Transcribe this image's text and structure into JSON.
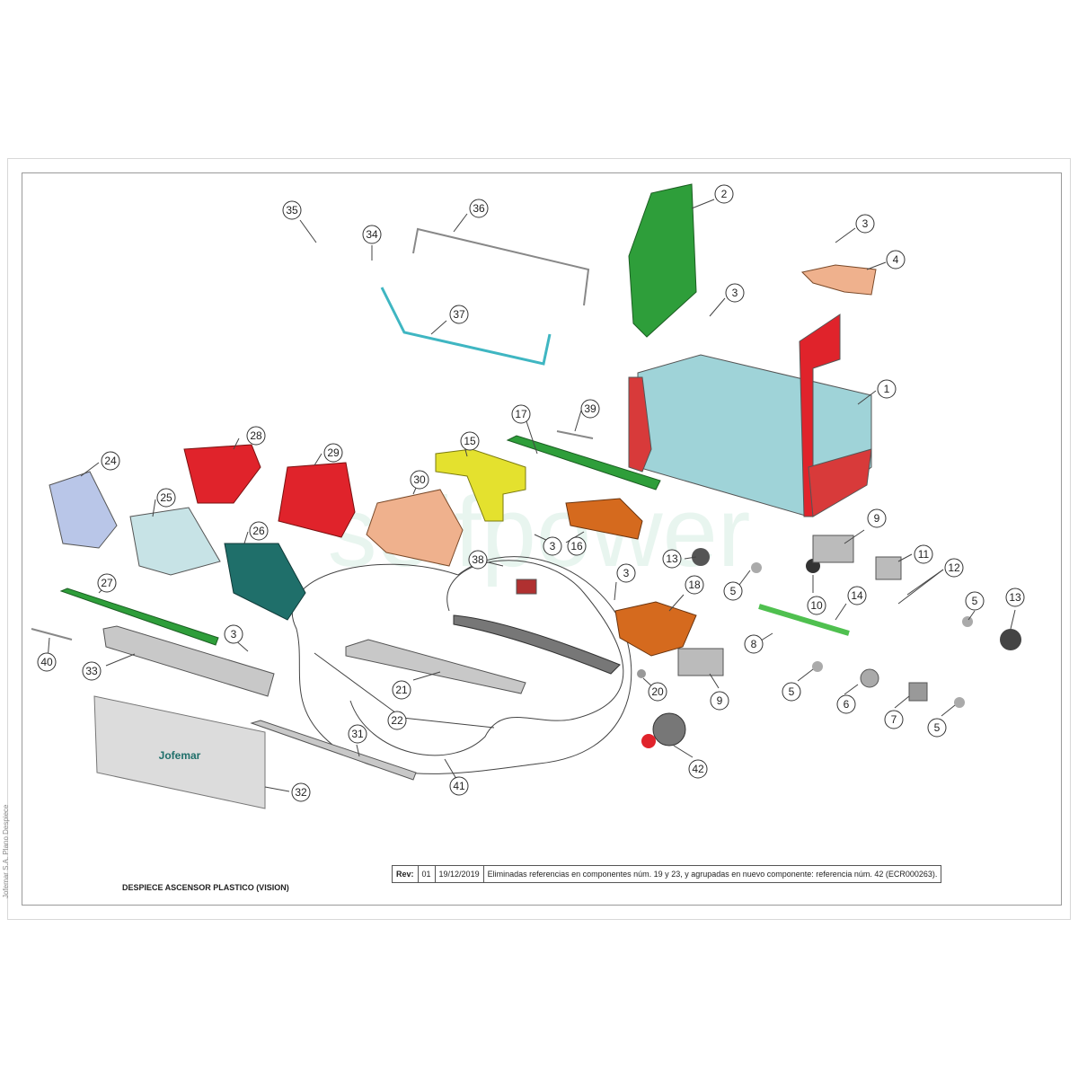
{
  "drawing": {
    "title": "DESPIECE ASCENSOR PLASTICO (VISION)",
    "side_text": "Jofemar S.A. Plano Despiece",
    "brand_on_panel": "Jofemar",
    "watermark": "selfpower",
    "revision": {
      "rev_label": "Rev:",
      "rev_number": "01",
      "date": "19/12/2019",
      "description": "Eliminadas referencias en componentes núm. 19 y 23, y agrupadas en nuevo componente: referencia núm. 42 (ECR000263)."
    },
    "callouts": [
      "1",
      "2",
      "3",
      "3",
      "3",
      "3",
      "3",
      "4",
      "5",
      "5",
      "5",
      "5",
      "6",
      "7",
      "8",
      "9",
      "9",
      "10",
      "11",
      "12",
      "13",
      "13",
      "14",
      "15",
      "16",
      "17",
      "18",
      "20",
      "21",
      "22",
      "24",
      "25",
      "26",
      "27",
      "28",
      "29",
      "30",
      "31",
      "32",
      "33",
      "34",
      "35",
      "36",
      "37",
      "38",
      "39",
      "40",
      "41",
      "42"
    ],
    "colors": {
      "green_part": "#2e9e3a",
      "red_part": "#e0232b",
      "blue_part": "#8fd0d6",
      "yellow_part": "#e4e12e",
      "orange_part": "#d56a1e",
      "salmon_part": "#efb18d",
      "teal_part": "#1f6f6a",
      "grey_part": "#c8c8c8"
    }
  }
}
